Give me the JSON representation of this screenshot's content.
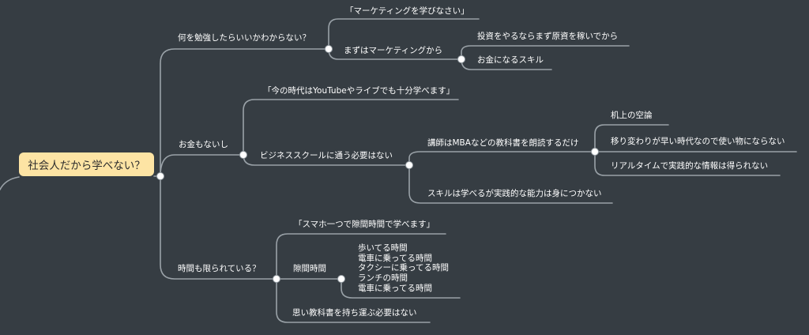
{
  "colors": {
    "background": "#363d43",
    "line": "#9aa2a8",
    "root_fill": "#fde4a4",
    "text": "#ffffff"
  },
  "root": "社会人だから学べない？",
  "branches": {
    "study": {
      "label": "何を勉強したらいいかわからない？",
      "quote": "「マーケティングを学びなさい」",
      "marketing": {
        "label": "まずはマーケティングから",
        "items": [
          "投資をやるならまず原資を稼いでから",
          "お金になるスキル"
        ]
      }
    },
    "money": {
      "label": "お金もないし",
      "quote": "「今の時代はYouTubeやライブでも十分学べます」",
      "school": {
        "label": "ビジネススクールに通う必要はない",
        "lecture": {
          "label": "講師はMBAなどの教科書を朗読するだけ",
          "items": [
            "机上の空論",
            "移り変わりが早い時代なので使い物にならない",
            "リアルタイムで実践的な情報は得られない"
          ]
        },
        "skill": "スキルは学べるが実践的な能力は身につかない"
      }
    },
    "time": {
      "label": "時間も限られている？",
      "quote": "「スマホ一つで隙間時間で学べます」",
      "gap": {
        "label": "隙間時間",
        "items": [
          "歩いてる時間",
          "電車に乗ってる時間",
          "タクシーに乗ってる時間",
          "ランチの時間",
          "電車に乗ってる時間"
        ]
      },
      "books": "思い教科書を持ち運ぶ必要はない"
    }
  }
}
